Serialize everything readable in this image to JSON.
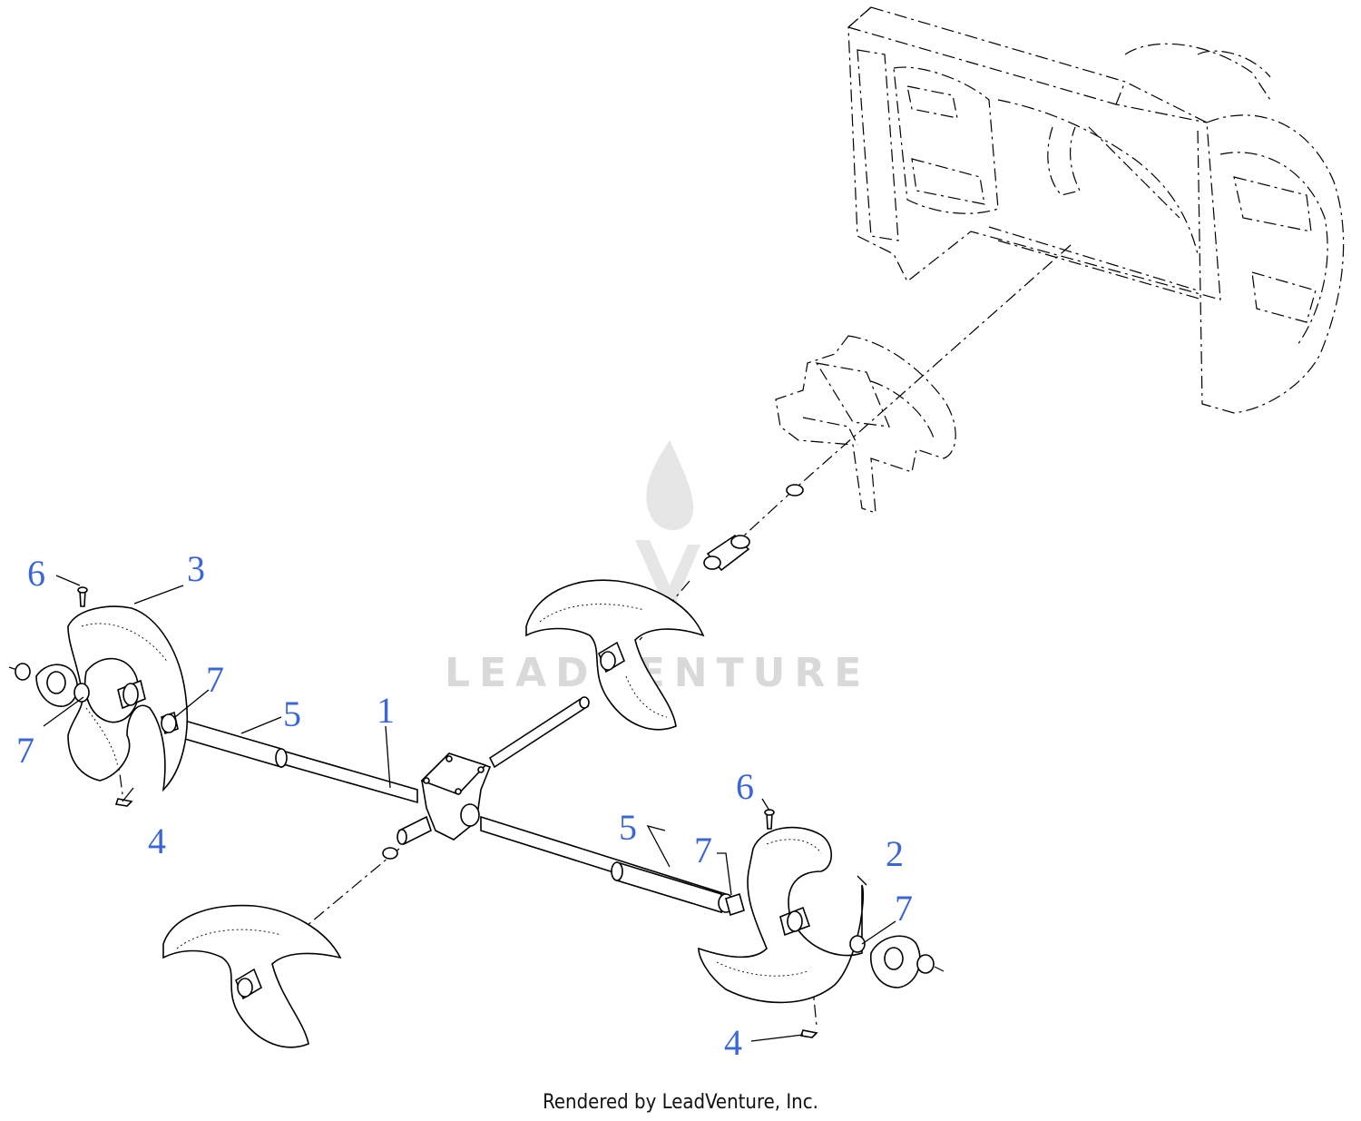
{
  "callouts": [
    {
      "id": "c1",
      "label": "1"
    },
    {
      "id": "c2",
      "label": "2"
    },
    {
      "id": "c3",
      "label": "3"
    },
    {
      "id": "c4a",
      "label": "4"
    },
    {
      "id": "c4b",
      "label": "4"
    },
    {
      "id": "c5a",
      "label": "5"
    },
    {
      "id": "c5b",
      "label": "5"
    },
    {
      "id": "c6a",
      "label": "6"
    },
    {
      "id": "c6b",
      "label": "6"
    },
    {
      "id": "c7a",
      "label": "7"
    },
    {
      "id": "c7b",
      "label": "7"
    },
    {
      "id": "c7c",
      "label": "7"
    },
    {
      "id": "c7d",
      "label": "7"
    }
  ],
  "watermark": "LEADVENTURE",
  "credit": "Rendered by LeadVenture, Inc.",
  "colors": {
    "callout": "#3a66d9",
    "watermark": "#d9d9d9"
  }
}
